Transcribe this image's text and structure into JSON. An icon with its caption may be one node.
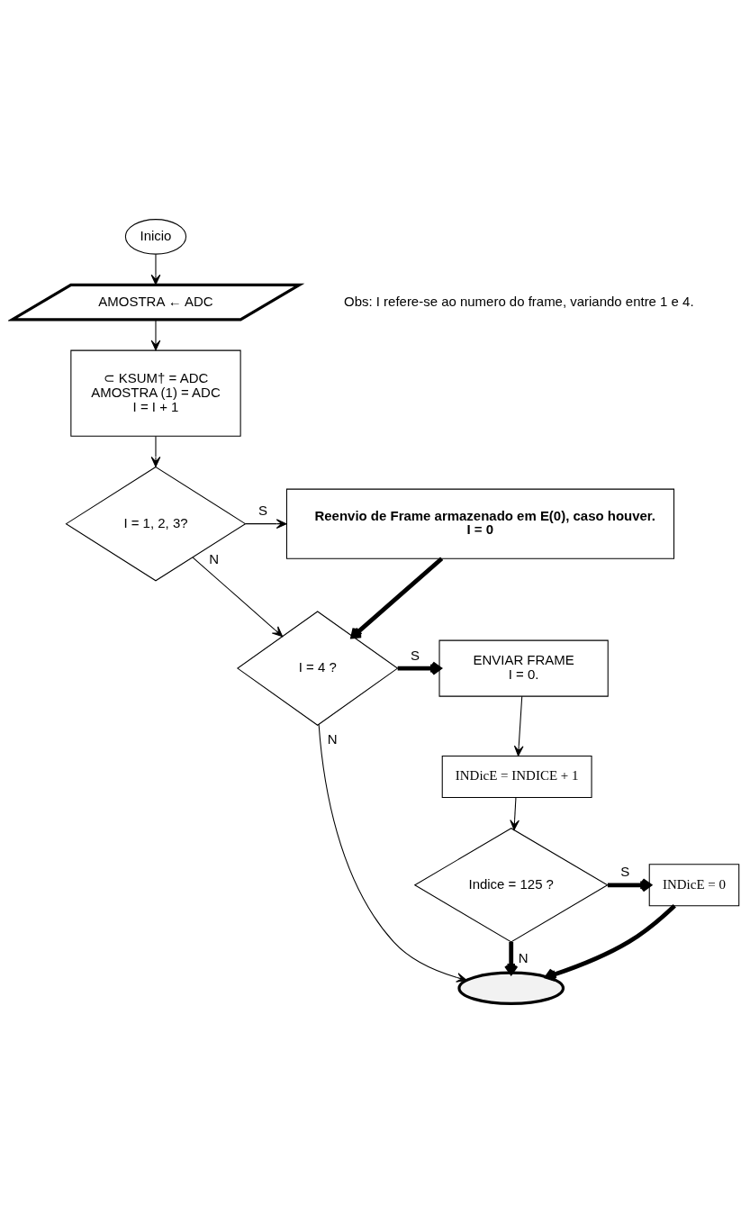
{
  "diagram": {
    "nodes": [
      {
        "text": [
          "Inicio"
        ]
      },
      {
        "text": [
          "AMOSTRA ← ADC"
        ]
      },
      {
        "text": [
          "⊂ KSUM† = ADC",
          "AMOSTRA (1) = ADC",
          "I = I + 1"
        ]
      },
      {
        "text": [
          "I = 1, 2, 3?"
        ]
      },
      {
        "text": [
          "Reenvio de Frame armazenado em E(0), caso houver.",
          "I = 0"
        ]
      },
      {
        "text": [
          "I = 4 ?"
        ]
      },
      {
        "text": [
          "ENVIAR FRAME",
          "I = 0."
        ]
      },
      {
        "text": [
          "INDicE = INDICE + 1"
        ]
      },
      {
        "text": [
          "Indice = 125 ?"
        ]
      },
      {
        "text": [
          "INDicE = 0"
        ]
      },
      {
        "text": [],
        "shape": "ellipse"
      }
    ],
    "edges": [
      {
        "from": 0,
        "to": 1,
        "arrow": "to"
      },
      {
        "from": 1,
        "to": 2,
        "arrow": "to"
      },
      {
        "from": 2,
        "to": 3,
        "arrow": "to"
      },
      {
        "from": 3,
        "to": 4,
        "arrow": "to",
        "label": "S"
      },
      {
        "from": 3,
        "to": 5,
        "arrow": "to",
        "label": "N"
      },
      {
        "from": 4,
        "to": 5,
        "arrow": "to",
        "style": "thick"
      },
      {
        "from": 5,
        "to": 6,
        "arrow": "to",
        "label": "S",
        "style": "thick"
      },
      {
        "from": 6,
        "to": 7,
        "arrow": "to"
      },
      {
        "from": 7,
        "to": 8,
        "arrow": "to"
      },
      {
        "from": 8,
        "to": 9,
        "arrow": "to",
        "label": "S",
        "style": "thick"
      },
      {
        "from": 8,
        "to": 10,
        "arrow": "to",
        "label": "N",
        "style": "thick"
      },
      {
        "from": 9,
        "to": 10,
        "arrow": "to",
        "style": "thick"
      },
      {
        "from": 5,
        "to": 10,
        "arrow": "to",
        "label": "N"
      }
    ],
    "labels": [
      "Obs: I refere-se ao numero do frame, variando entre 1 e 4."
    ]
  }
}
